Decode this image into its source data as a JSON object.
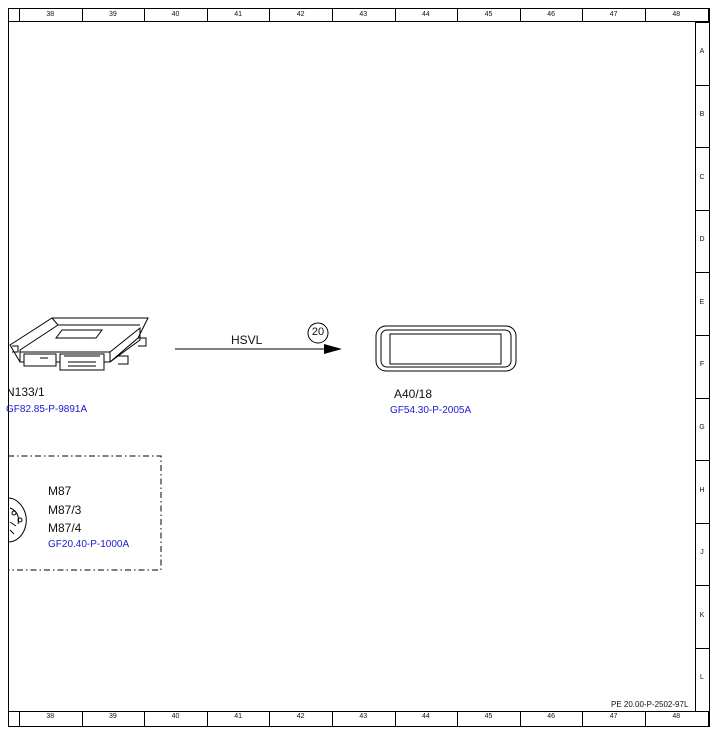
{
  "sheet": {
    "columns": [
      "38",
      "39",
      "40",
      "41",
      "42",
      "43",
      "44",
      "45",
      "46",
      "47",
      "48"
    ],
    "rows": [
      "A",
      "B",
      "C",
      "D",
      "E",
      "F",
      "G",
      "H",
      "J",
      "K",
      "L"
    ],
    "document_id": "PE 20.00-P-2502-97L"
  },
  "components": {
    "n133": {
      "code": "N133/1",
      "ref": "GF82.85-P-9891A"
    },
    "a40": {
      "code": "A40/18",
      "ref": "GF54.30-P-2005A"
    },
    "m87": {
      "codes": [
        "M87",
        "M87/3",
        "M87/4"
      ],
      "ref": "GF20.40-P-1000A"
    }
  },
  "connection": {
    "signal": "HSVL",
    "marker": "20"
  }
}
